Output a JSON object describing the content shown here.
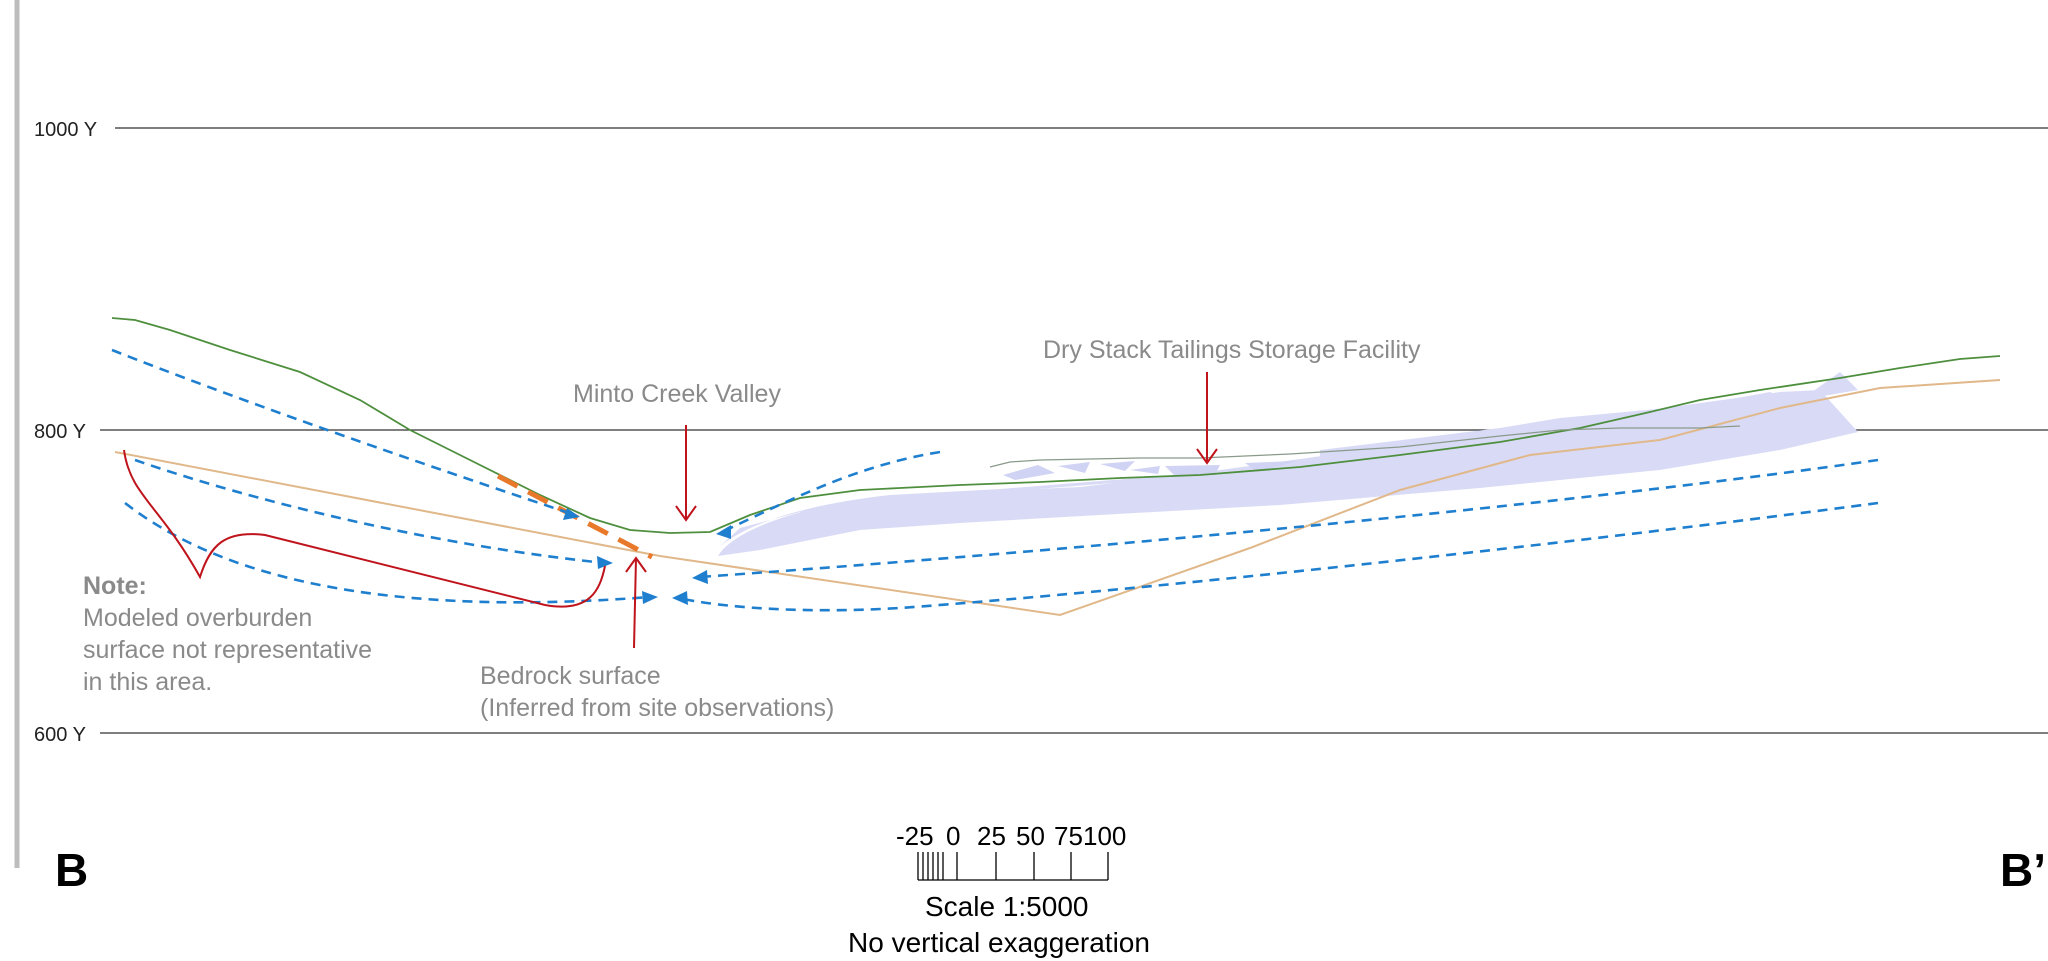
{
  "elevation_labels": [
    "1000 Y",
    "800 Y",
    "600 Y"
  ],
  "labels": {
    "dstsf": "Dry Stack Tailings Storage Facility",
    "minto": "Minto Creek Valley",
    "bedrock_line1": "Bedrock surface",
    "bedrock_line2": "(Inferred from site observations)",
    "note_title": "Note:",
    "note_line1": "Modeled overburden",
    "note_line2": "surface not representative",
    "note_line3": "in this area."
  },
  "section": {
    "start": "B",
    "end": "B’"
  },
  "scale_bar": {
    "ticks": [
      "-25",
      "0",
      "25",
      "50",
      "75",
      "100"
    ],
    "scale_text": "Scale 1:5000",
    "exaggeration_text": "No vertical exaggeration"
  },
  "colors": {
    "ground_surface": "#4e8f3e",
    "bedrock_surface": "#e0b88a",
    "groundwater_flow": "#1f7fcf",
    "inferred_bedrock": "#e8782a",
    "pointer": "#c0141c",
    "tailings": "#d9dbf6"
  }
}
